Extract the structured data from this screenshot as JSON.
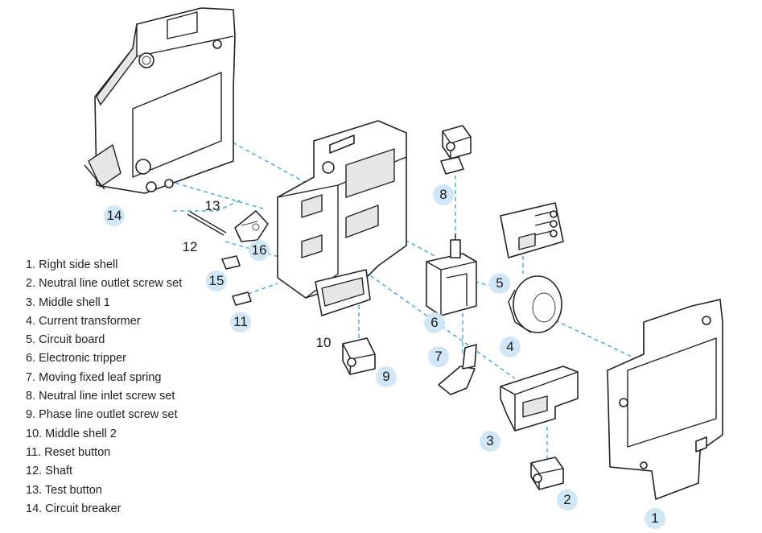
{
  "legend": [
    "1. Right side shell",
    "2. Neutral line outlet screw set",
    "3. Middle shell 1",
    "4. Current transformer",
    "5. Circuit board",
    "6. Electronic tripper",
    "7. Moving fixed leaf spring",
    "8. Neutral line inlet screw set",
    "9. Phase line outlet screw set",
    "10. Middle shell 2",
    "11. Reset button",
    "12. Shaft",
    "13. Test button",
    "14. Circuit breaker"
  ],
  "callouts": {
    "n1": "1",
    "n2": "2",
    "n3": "3",
    "n4": "4",
    "n5": "5",
    "n6": "6",
    "n7": "7",
    "n8": "8",
    "n9": "9",
    "n10": "10",
    "n11": "11",
    "n12": "12",
    "n13": "13",
    "n14": "14",
    "n15": "15",
    "n16": "16"
  },
  "colors": {
    "callout_fill": "#cfe7f7",
    "leader_dash": "#2aa3d6",
    "outline": "#222222"
  }
}
